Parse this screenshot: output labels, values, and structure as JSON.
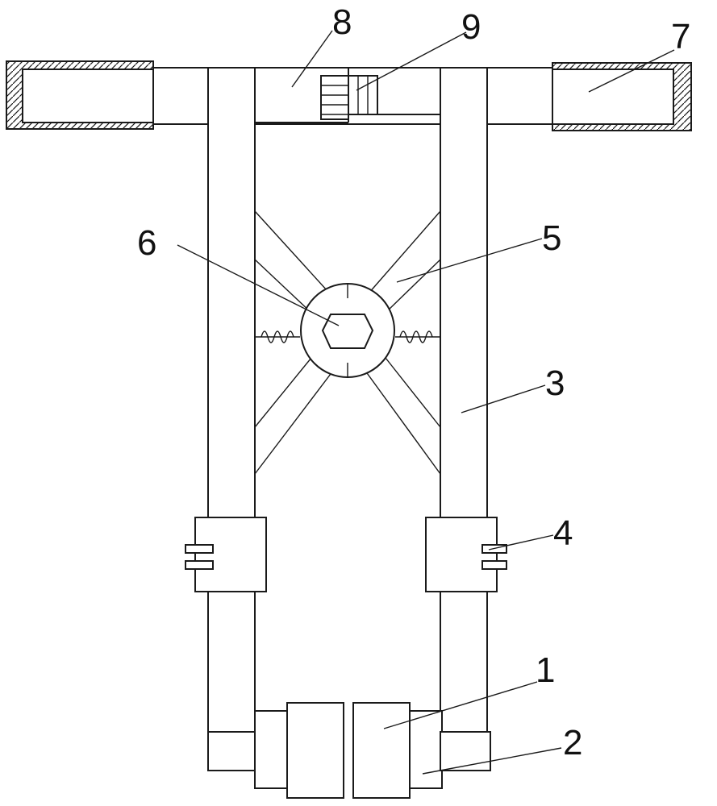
{
  "labels": {
    "l1": "1",
    "l2": "2",
    "l3": "3",
    "l4": "4",
    "l5": "5",
    "l6": "6",
    "l7": "7",
    "l8": "8",
    "l9": "9"
  },
  "colors": {
    "line": "#1a1a1a",
    "background": "#ffffff"
  }
}
